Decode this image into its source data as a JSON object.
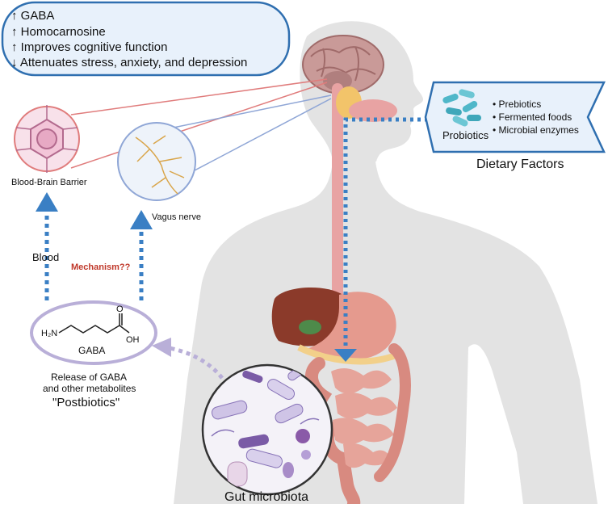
{
  "effects_box": {
    "lines": [
      "↑ GABA",
      "↑ Homocarnosine",
      "↑ Improves cognitive function",
      "↓ Attenuates stress, anxiety, and depression"
    ]
  },
  "dietary": {
    "probiotics_label": "Probiotics",
    "items": [
      "• Prebiotics",
      "• Fermented foods",
      "• Microbial enzymes"
    ],
    "caption": "Dietary Factors"
  },
  "labels": {
    "bbb": "Blood-Brain Barrier",
    "vagus": "Vagus nerve",
    "blood": "Blood",
    "mechanism": "Mechanism??",
    "gaba": "GABA",
    "h2n": "H₂N",
    "oh": "OH",
    "o": "O",
    "release_line1": "Release of GABA",
    "release_line2": "and other metabolites",
    "postbiotics": "\"Postbiotics\"",
    "gut": "Gut microbiota"
  },
  "colors": {
    "box_border": "#2f6fb0",
    "arrow_blue": "#3a7fc4",
    "postbiotic_purple": "#b9afd8",
    "mechanism_red": "#c0392b",
    "bbb_line": "#e07c7c",
    "vagus_line": "#8fa6d6"
  },
  "icons": [
    "brain-icon",
    "blood-brain-barrier-icon",
    "vagus-nerve-icon",
    "bacteria-icon",
    "liver-icon",
    "stomach-icon",
    "intestines-icon"
  ]
}
